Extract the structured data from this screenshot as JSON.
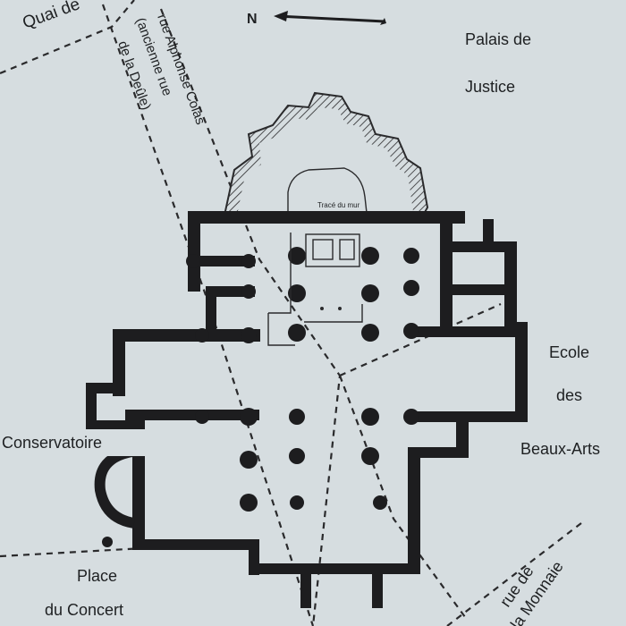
{
  "map": {
    "north_label": "N",
    "labels": {
      "quai": "Quai de",
      "palais_line1": "Palais de",
      "palais_line2": "Justice",
      "rue_alphonse_line1": "rue Alphonse Colas",
      "rue_alphonse_line2": "(ancienne rue",
      "rue_alphonse_line3": "de la Deûle)",
      "trace_du_mur": "Tracé du mur",
      "ecole_line1": "Ecole",
      "ecole_line2": "des",
      "ecole_line3": "Beaux-Arts",
      "conservatoire": "Conservatoire",
      "place_line1": "Place",
      "place_line2": "du Concert",
      "rue_monnaie_line1": "rue de",
      "rue_monnaie_line2": "la Monnaie"
    },
    "colors": {
      "paper": "#d6dde0",
      "ink": "#1d1d1f"
    }
  }
}
